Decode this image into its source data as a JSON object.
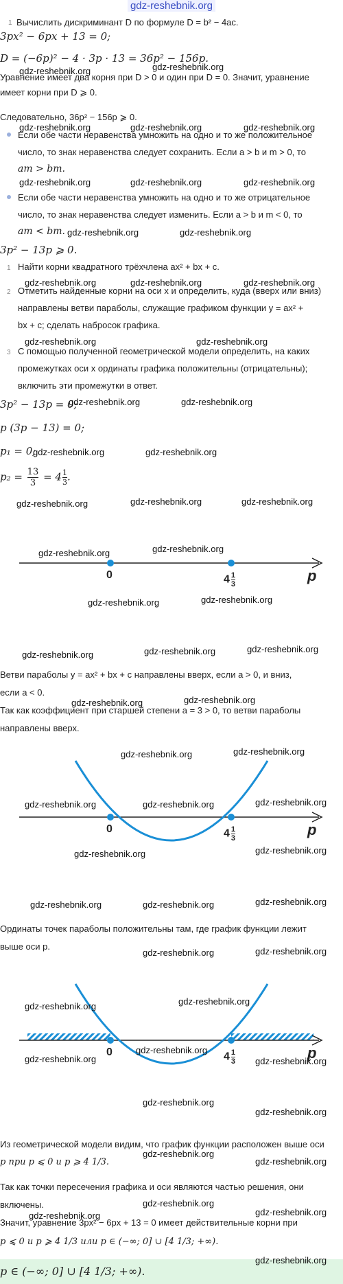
{
  "header": {
    "site": "gdz-reshebnik.org"
  },
  "watermark": "gdz-reshebnik.org",
  "step1": {
    "num": "1",
    "text": "Вычислить дискриминант D по формуле D = b² − 4ac."
  },
  "equation": "3px² − 6px + 13 = 0;",
  "discriminant": "D = (−6p)² − 4 · 3p · 13 = 36p² − 156p.",
  "two_roots_line1": "Уравнение имеет два корня при D > 0 и один при D = 0. Значит, уравнение",
  "two_roots_line2": "имеет корни при D ⩾ 0.",
  "consequently": "Следовательно, 36p² − 156p ⩾ 0.",
  "bullet1": {
    "l1": "Если обе части неравенства умножить на одно и то же положительное",
    "l2": "число, то знак неравенства следует сохранить. Если a > b и m > 0, то",
    "l3": "am > bm."
  },
  "bullet2": {
    "l1": "Если обе части неравенства умножить на одно и то же отрицательное",
    "l2": "число, то знак неравенства следует изменить. Если a > b и m < 0, то",
    "l3": "am < bm."
  },
  "ineq": "3p² − 13p ⩾ 0.",
  "steps": [
    {
      "num": "1",
      "l1": "Найти корни квадратного трёхчлена ax² + bx + c.",
      "l2": "",
      "l3": ""
    },
    {
      "num": "2",
      "l1": "Отметить найденные корни на оси x и определить, куда (вверх или вниз)",
      "l2": "направлены ветви параболы, служащие графиком функции y = ax² +",
      "l3": "bx + c; сделать набросок графика."
    },
    {
      "num": "3",
      "l1": "С помощью полученной геометрической модели определить, на каких",
      "l2": "промежутках оси x ординаты графика положительны (отрицательны);",
      "l3": "включить эти промежутки в ответ."
    }
  ],
  "solve": {
    "eq": "3p² − 13p = 0;",
    "factor": "p (3p − 13) = 0;",
    "p1": "p₁ = 0;",
    "p2_lhs": "p₂ =",
    "p2_num": "13",
    "p2_den": "3",
    "p2_eq": "= 4",
    "p2_whole_frac_num": "1",
    "p2_whole_frac_den": "3"
  },
  "axis": {
    "zero": "0",
    "root_whole": "4",
    "root_num": "1",
    "root_den": "3",
    "var": "p"
  },
  "branches_line1": "Ветви параболы y = ax² + bx + c направлены вверх, если a > 0, и вниз,",
  "branches_line2": "если a < 0.",
  "coef_line1": "Так как коэффициент при старшей степени a = 3 > 0, то ветви параболы",
  "coef_line2": "направлены вверх.",
  "ordinates_line1": "Ординаты точек параболы положительны там, где график функции лежит",
  "ordinates_line2": "выше оси p.",
  "model_line1": "Из геометрической модели видим, что график функции расположен выше оси",
  "model_line2": "p при p ⩽ 0 и p ⩾ 4 1/3.",
  "intersect_line1": "Так как точки пересечения графика и оси являются частью решения, они",
  "intersect_line2": "включены.",
  "conclusion_line1": "Значит, уравнение 3px² − 6px + 13 = 0 имеет действительные корни при",
  "conclusion_line2": "p ⩽ 0 и p ⩾ 4 1/3 или p ∈ (−∞; 0] ∪ [4 1/3; +∞).",
  "answer": "p ∈ (−∞; 0] ∪ [4 1/3; +∞).",
  "colors": {
    "accent": "#1a8fd6",
    "hatch": "#1a8fd6",
    "answer_bg": "#dff5e3",
    "site": "#3b4fc4"
  }
}
